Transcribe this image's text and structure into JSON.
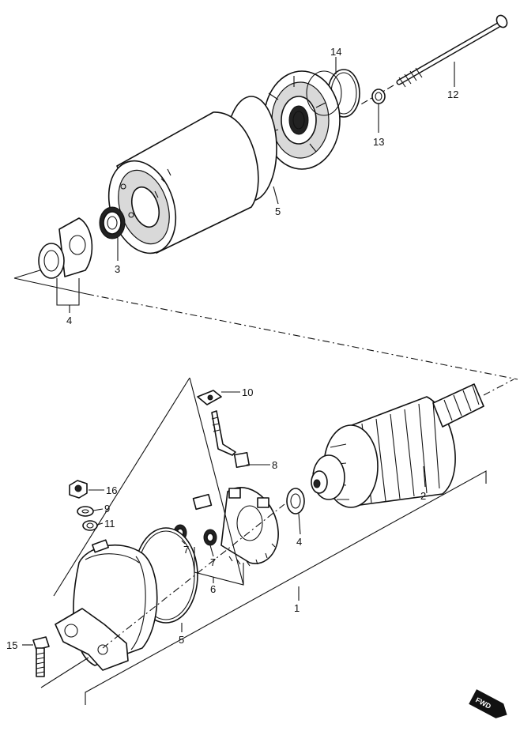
{
  "parts": {
    "p1": "1",
    "p2": "2",
    "p3": "3",
    "p4_upper": "4",
    "p4_lower": "4",
    "p5_upper": "5",
    "p5_lower": "5",
    "p6": "6",
    "p7_left": "7",
    "p7_right": "7",
    "p8": "8",
    "p9": "9",
    "p10": "10",
    "p11": "11",
    "p12": "12",
    "p13": "13",
    "p14": "14",
    "p15": "15",
    "p16": "16"
  },
  "direction_badge": "FWD"
}
